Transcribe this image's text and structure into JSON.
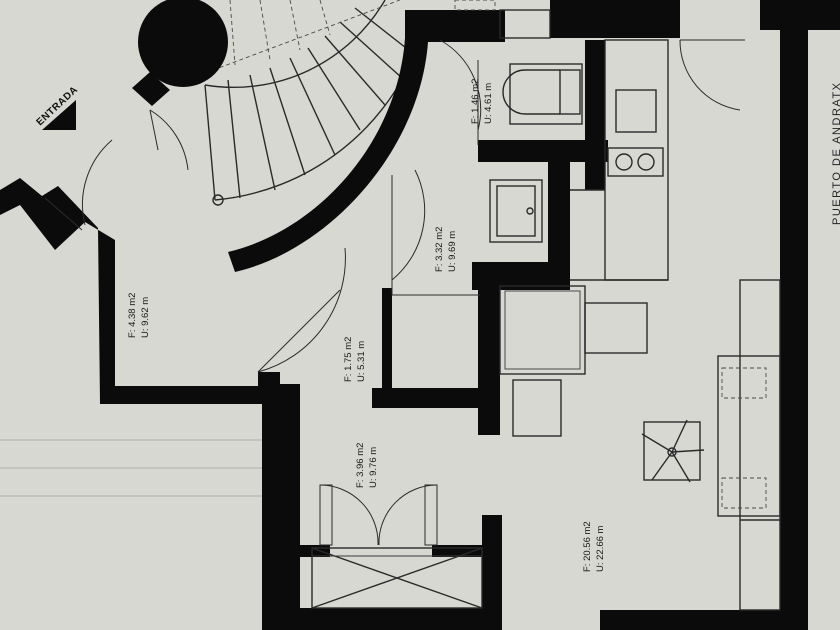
{
  "entrance": {
    "label": "ENTRADA"
  },
  "street": {
    "label": "PUERTO DE ANDRATX"
  },
  "rooms": [
    {
      "id": "entry",
      "f": "F:  4.38 m2",
      "u": "U:  9.62 m"
    },
    {
      "id": "corridor",
      "f": "F:  1.75 m2",
      "u": "U:  5.31 m"
    },
    {
      "id": "bath",
      "f": "F:  3.32 m2",
      "u": "U:  9.69 m"
    },
    {
      "id": "wc",
      "f": "F:  1.46 m2",
      "u": "U:  4.61 m"
    },
    {
      "id": "hall",
      "f": "F:  3.96 m2",
      "u": "U:  9.76 m"
    },
    {
      "id": "living",
      "f": "F:  20.56 m2",
      "u": "U:  22.66 m"
    }
  ],
  "colors": {
    "paper": "#d7d8d2",
    "wall": "#0b0b0b",
    "line": "#2a2a2a"
  }
}
